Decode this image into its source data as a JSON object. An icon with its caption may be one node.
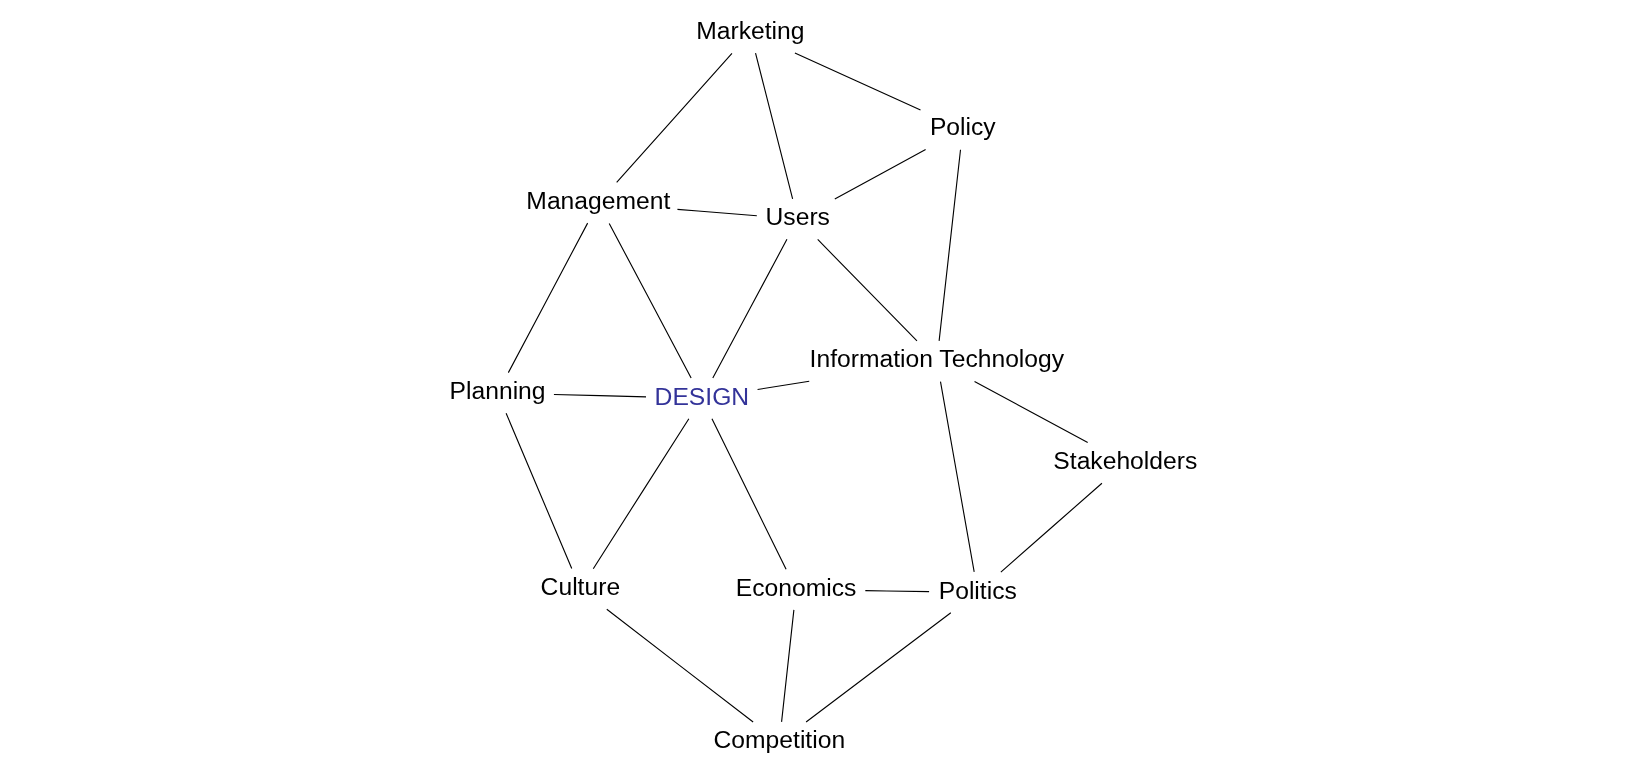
{
  "diagram": {
    "nodes": [
      {
        "text": [
          "Management"
        ]
      },
      {
        "text": [
          "Marketing"
        ]
      },
      {
        "text": [
          "Planning"
        ]
      },
      {
        "text": [
          "Users"
        ]
      },
      {
        "text": [
          "DESIGN"
        ]
      },
      {
        "text": [
          "Policy"
        ]
      },
      {
        "text": [
          "Culture"
        ]
      },
      {
        "text": [
          "Information Technology"
        ]
      },
      {
        "text": [
          "Economics"
        ]
      },
      {
        "text": [
          "Competition"
        ]
      },
      {
        "text": [
          "Politics"
        ]
      },
      {
        "text": [
          "Stakeholders"
        ]
      }
    ],
    "edges": [
      {
        "from": 2,
        "to": 0,
        "arrow": "none"
      },
      {
        "from": 0,
        "to": 1,
        "arrow": "none"
      },
      {
        "from": 0,
        "to": 4,
        "arrow": "none"
      },
      {
        "from": 0,
        "to": 3,
        "arrow": "none"
      },
      {
        "from": 2,
        "to": 4,
        "arrow": "none"
      },
      {
        "from": 2,
        "to": 6,
        "arrow": "none"
      },
      {
        "from": 1,
        "to": 3,
        "arrow": "none"
      },
      {
        "from": 1,
        "to": 5,
        "arrow": "none"
      },
      {
        "from": 3,
        "to": 4,
        "arrow": "none"
      },
      {
        "from": 3,
        "to": 5,
        "arrow": "none"
      },
      {
        "from": 3,
        "to": 7,
        "arrow": "none"
      },
      {
        "from": 4,
        "to": 6,
        "arrow": "none"
      },
      {
        "from": 4,
        "to": 8,
        "arrow": "none"
      },
      {
        "from": 4,
        "to": 7,
        "arrow": "none"
      },
      {
        "from": 5,
        "to": 7,
        "arrow": "none"
      },
      {
        "from": 6,
        "to": 9,
        "arrow": "none"
      },
      {
        "from": 8,
        "to": 9,
        "arrow": "none"
      },
      {
        "from": 8,
        "to": 10,
        "arrow": "none"
      },
      {
        "from": 9,
        "to": 10,
        "arrow": "none"
      },
      {
        "from": 7,
        "to": 10,
        "arrow": "none"
      },
      {
        "from": 7,
        "to": 11,
        "arrow": "none"
      },
      {
        "from": 10,
        "to": 11,
        "arrow": "none"
      }
    ]
  }
}
